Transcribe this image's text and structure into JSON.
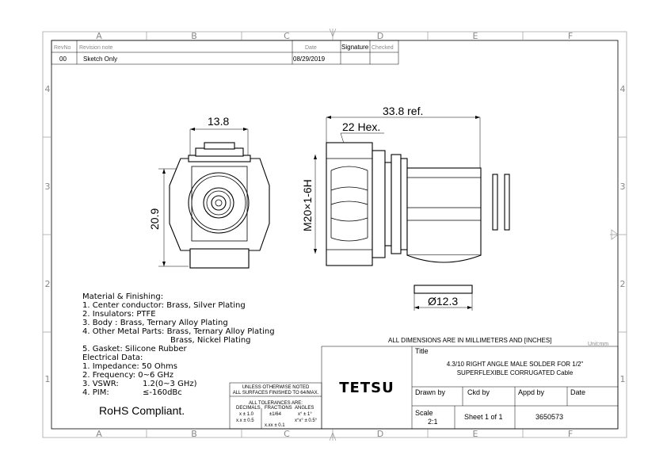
{
  "border": {
    "columns": [
      "A",
      "B",
      "C",
      "D",
      "E",
      "F"
    ],
    "rows": [
      "4",
      "3",
      "2",
      "1"
    ]
  },
  "revision_table": {
    "headers": {
      "rev": "RevNo",
      "note": "Revision note",
      "date": "Date",
      "signature": "Signature",
      "checked": "Checked"
    },
    "row": {
      "rev": "00",
      "note": "Sketch Only",
      "date": "08/29/2019",
      "signature": "",
      "checked": ""
    }
  },
  "dimensions": {
    "front_width": "13.8",
    "front_height": "20.9",
    "overall_length": "33.8 ref.",
    "hex": "22 Hex.",
    "thread": "M20×1-6H",
    "diameter": "Ø12.3"
  },
  "notes": {
    "material_lines": [
      "Material & Finishing:",
      "1. Center conductor: Brass, Silver Plating",
      "2. Insulators: PTFE",
      "3. Body : Brass, Ternary Alloy Plating",
      "4. Other Metal Parts: Brass, Ternary Alloy Plating",
      "Brass, Nickel Plating",
      "5. Gasket: Silicone Rubber"
    ],
    "electrical_lines": [
      "Electrical Data:",
      "1. Impedance: 50 Ohms",
      "2. Frequency: 0~6 GHz",
      "3. VSWR:",
      "4. PIM:"
    ],
    "electrical_values": {
      "vswr": "1.2(0~3 GHz)",
      "pim": "≤-160dBc"
    },
    "rohs": "RoHS Compliant."
  },
  "tolerance_block": {
    "line1": "UNLESS OTHERWISE NOTED",
    "line2": "ALL SURFACES FINISHED TO 64/MAX.",
    "line3": "ALL TOLERANCES ARE:",
    "headers": [
      "DECIMALS",
      "FRACTIONS",
      "ANGLES"
    ],
    "decimals": [
      "x ± 1.0",
      "x.x ± 0.5",
      "x.xx ± 0.1"
    ],
    "fractions": [
      "±1/64"
    ],
    "angles": [
      "x° ± 1°",
      "x°x° ± 0.5°"
    ]
  },
  "title_block": {
    "units_note": "ALL DIMENSIONS ARE IN MILLIMETERS AND [INCHES]",
    "unit_label": "Unit:mm",
    "title_label": "Title",
    "title_line1": "4.3/10 RIGHT ANGLE MALE SOLDER FOR 1/2\"",
    "title_line2": "SUPERFLEXIBLE CORRUGATED Cable",
    "company": "TETSU",
    "drawn_by": "Drawn by",
    "ckd_by": "Ckd by",
    "appd_by": "Appd by",
    "date": "Date",
    "scale_label": "Scale",
    "scale_value": "2:1",
    "sheet": "Sheet 1 of 1",
    "part_no": "3650573"
  }
}
